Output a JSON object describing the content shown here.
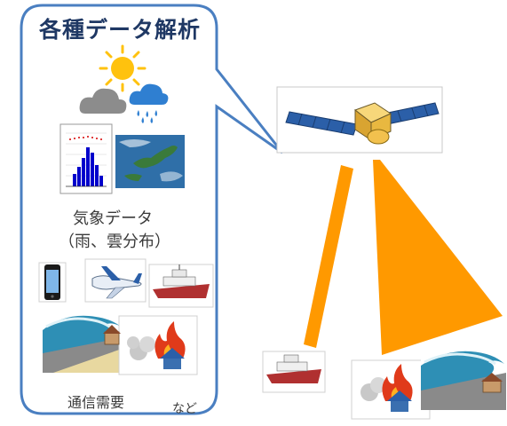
{
  "panel": {
    "title": "各種データ解析",
    "weather_label": "気象データ",
    "weather_sub_label": "（雨、雲分布）",
    "comm_label": "通信需要",
    "etc_label": "など"
  },
  "colors": {
    "panel_border": "#4a7fc1",
    "beam": "#ff9900",
    "satellite_body": "#f2c14e",
    "satellite_panel": "#2b5fa8",
    "sea": "#2f6fa8",
    "wave": "#2e8fb5"
  },
  "icons": [
    "sun-icon",
    "rain-cloud-icon",
    "cloud-icon",
    "rain-histogram-chart",
    "cloud-map",
    "smartphone-icon",
    "airplane-icon",
    "ship-icon",
    "tsunami-icon",
    "fire-icon",
    "satellite-icon"
  ]
}
